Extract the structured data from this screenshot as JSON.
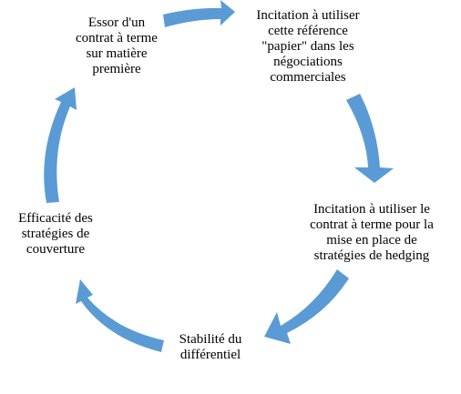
{
  "colors": {
    "arrow": "#5B9BD5",
    "text": "#000000",
    "background": "#ffffff"
  },
  "nodes": [
    {
      "id": "n1",
      "lines": [
        "Essor d'un",
        "contrat à terme",
        "sur matière",
        "première"
      ]
    },
    {
      "id": "n2",
      "lines": [
        "Incitation à utiliser",
        "cette référence",
        "\"papier\" dans les",
        "négociations",
        "commerciales"
      ]
    },
    {
      "id": "n3",
      "lines": [
        "Incitation à utiliser le",
        "contrat à terme pour la",
        "mise en place de",
        "stratégies de hedging"
      ]
    },
    {
      "id": "n4",
      "lines": [
        "Stabilité du",
        "différentiel"
      ]
    },
    {
      "id": "n5",
      "lines": [
        "Efficacité des",
        "stratégies de",
        "couverture"
      ]
    }
  ]
}
